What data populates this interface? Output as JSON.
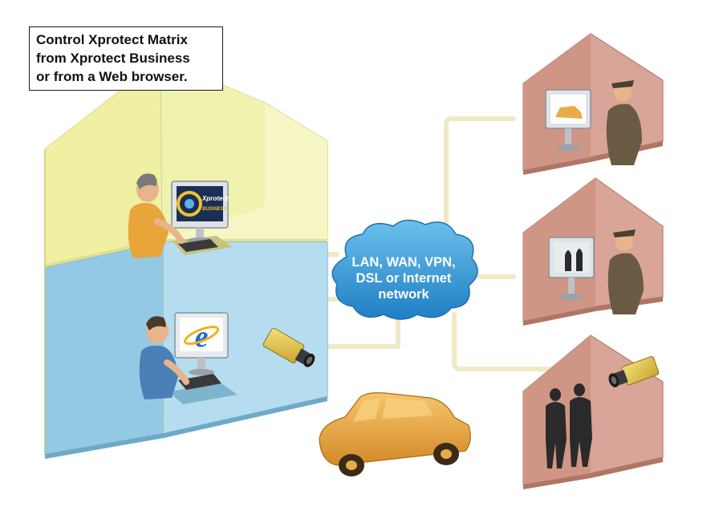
{
  "caption": {
    "lines": [
      "Control Xprotect Matrix",
      "from Xprotect Business",
      "or from a Web browser."
    ]
  },
  "network": {
    "lines": [
      "LAN, WAN, VPN,",
      "DSL or Internet",
      "network"
    ]
  },
  "monitor_logo": {
    "brand": "Xprotect",
    "product": "BUSINESS"
  },
  "colors": {
    "house_top": "#f1f2a6",
    "house_bottom": "#9ccde6",
    "remote_house": "#d9a394",
    "cable": "#f0eccc",
    "cloud": "#2f9ad8",
    "car": "#e9ab45"
  }
}
